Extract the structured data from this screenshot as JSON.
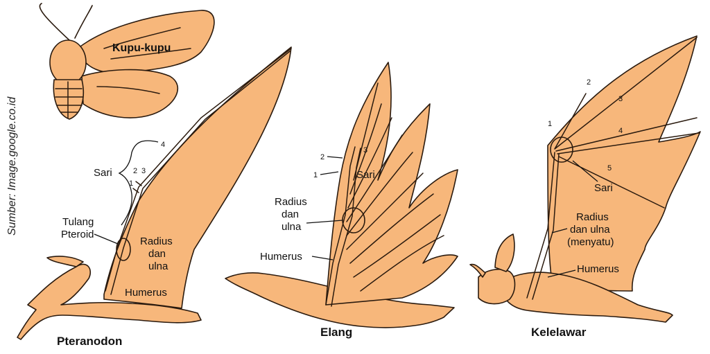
{
  "source": "Sumber:  Image.google.co.id",
  "colors": {
    "fill": "#F7B77B",
    "outline": "#2A1A0E",
    "text": "#111111"
  },
  "butterfly": {
    "name": "Kupu-kupu"
  },
  "pteranodon": {
    "name": "Pteranodon",
    "labels": {
      "sari": "Sari",
      "tulang": "Tulang",
      "pteroid": "Pteroid",
      "radius": "Radius",
      "dan": "dan",
      "ulna": "ulna",
      "humerus": "Humerus"
    },
    "numbers": [
      "1",
      "2",
      "3",
      "4"
    ]
  },
  "elang": {
    "name": "Elang",
    "labels": {
      "sari": "Sari",
      "radius": "Radius",
      "dan": "dan",
      "ulna": "ulna",
      "humerus": "Humerus"
    },
    "numbers": [
      "1",
      "2",
      "3"
    ]
  },
  "kelelawar": {
    "name": "Kelelawar",
    "labels": {
      "sari": "Sari",
      "radius": "Radius",
      "dan_ulna": "dan ulna",
      "menyatu": "(menyatu)",
      "humerus": "Humerus"
    },
    "numbers": [
      "1",
      "2",
      "3",
      "4",
      "5"
    ]
  }
}
